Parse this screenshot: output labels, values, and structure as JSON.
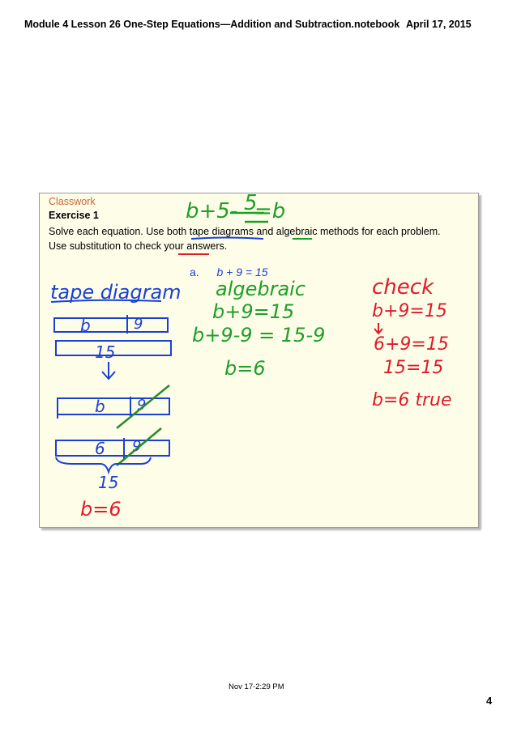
{
  "header": {
    "title": "Module 4 Lesson 26 One-Step Equations—Addition and Subtraction.notebook",
    "date": "April 17, 2015"
  },
  "slide": {
    "heading": "Classwork",
    "exercise_title": "Exercise 1",
    "instructions": "Solve each equation.  Use both tape diagrams and algebraic methods for each problem.  Use substitution to check your answers.",
    "problem_label": "a.",
    "problem_equation": "b + 9 = 15",
    "handwriting": {
      "top_note_left": "b+5-",
      "top_note_five": "5",
      "top_note_right": "=b",
      "tape_title": "tape diagram",
      "tape1_b": "b",
      "tape1_9": "9",
      "tape2_15": "15",
      "tape3_b": "b",
      "tape3_9": "9",
      "tape4_6": "6",
      "tape4_9": "9",
      "brace_15": "15",
      "tape_answer": "b=6",
      "alg_title": "algebraic",
      "alg_line1": "b+9=15",
      "alg_line2": "b+9-9 = 15-9",
      "alg_line3": "b=6",
      "check_title": "check",
      "check_line1": "b+9=15",
      "check_line2": "6+9=15",
      "check_line3": "15=15",
      "check_line4": "b=6 true"
    }
  },
  "footer": {
    "timestamp": "Nov 17-2:29 PM",
    "page_number": "4"
  },
  "colors": {
    "slide_background": "#fefee8",
    "heading": "#c8643c",
    "equation": "#1a3fd6",
    "ink_green": "#1e9e2a",
    "ink_blue": "#1a3fd6",
    "ink_red": "#e01a2a",
    "ink_green_slash": "#2a8a2a"
  }
}
